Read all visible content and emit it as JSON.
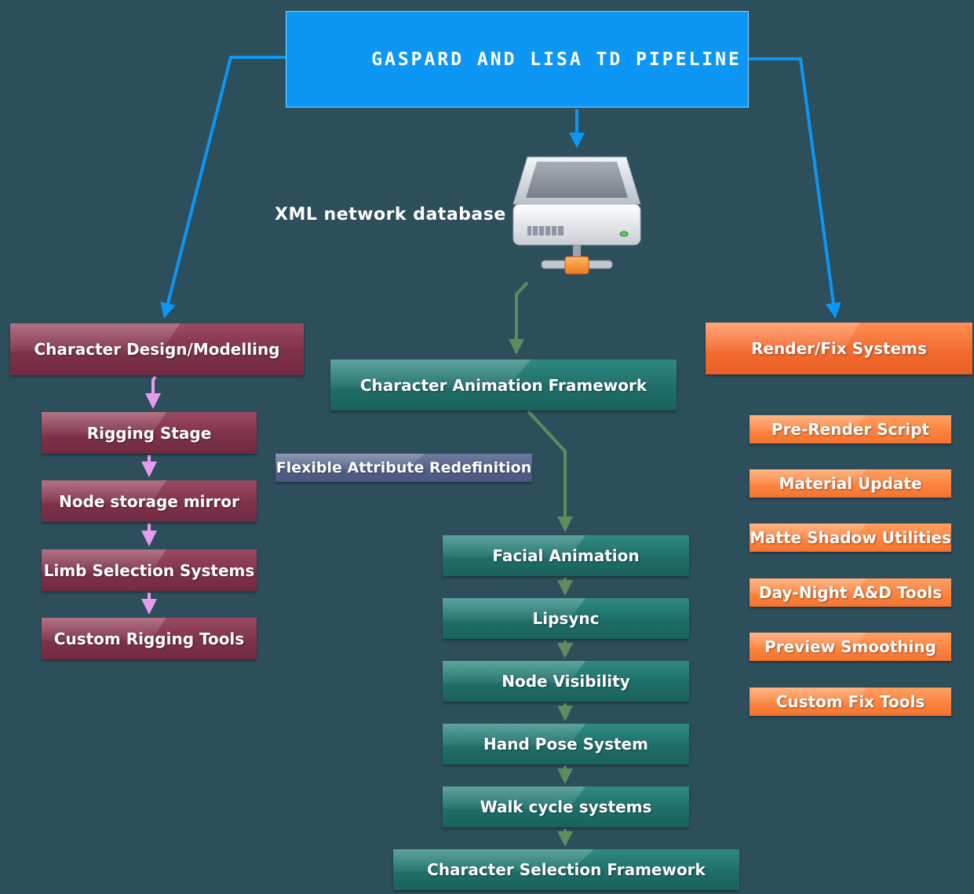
{
  "title": "GASPARD AND LISA TD PIPELINE",
  "database": {
    "label": "XML network database",
    "icon": "server-icon"
  },
  "colors": {
    "background": "#2d4e5b",
    "title_box": "#0c97f5",
    "connector_main": "#0c97f5",
    "connector_modelling": "#e79bf0",
    "connector_animation": "#5f8b5f",
    "modelling": "#7e3249",
    "animation": "#1f6e69",
    "render": "#f26b31",
    "attribute": "#535f86"
  },
  "modelling": {
    "header": "Character Design/Modelling",
    "steps": [
      "Rigging Stage",
      "Node storage mirror",
      "Limb Selection Systems",
      "Custom Rigging Tools"
    ]
  },
  "animation": {
    "header": "Character Animation Framework",
    "side_note": "Flexible Attribute Redefinition",
    "steps": [
      "Facial Animation",
      "Lipsync",
      "Node Visibility",
      "Hand Pose System",
      "Walk cycle systems",
      "Character Selection Framework"
    ]
  },
  "render": {
    "header": "Render/Fix Systems",
    "steps": [
      "Pre-Render Script",
      "Material Update",
      "Matte Shadow Utilities",
      "Day-Night A&D Tools",
      "Preview Smoothing",
      "Custom Fix Tools"
    ]
  }
}
